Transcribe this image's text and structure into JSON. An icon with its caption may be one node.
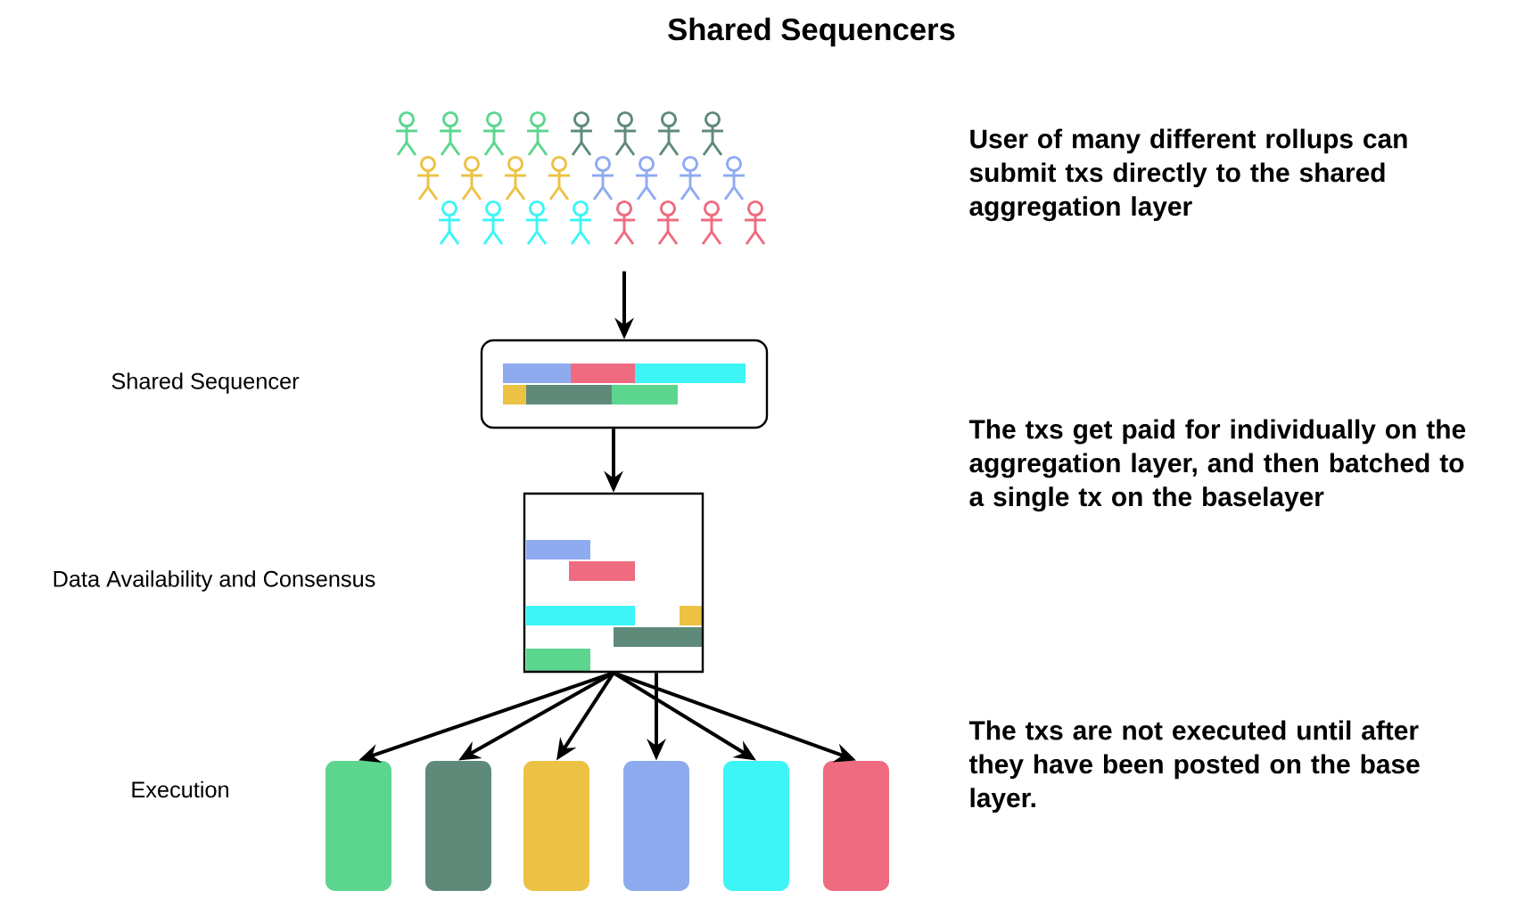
{
  "diagram": {
    "title": "Shared Sequencers",
    "nodes": [
      {
        "text": [],
        "shape": "person"
      },
      {
        "text": [],
        "shape": "box"
      },
      {
        "text": [],
        "shape": "box"
      },
      {
        "text": [],
        "shape": "box"
      },
      {
        "text": [],
        "shape": "box"
      },
      {
        "text": [],
        "shape": "box"
      },
      {
        "text": [],
        "shape": "box"
      },
      {
        "text": [],
        "shape": "box"
      },
      {
        "text": [],
        "shape": "box"
      }
    ],
    "edges": [
      {
        "from": 0,
        "to": 1,
        "arrow": "to"
      },
      {
        "from": 1,
        "to": 2,
        "arrow": "to"
      },
      {
        "from": 2,
        "to": 3,
        "arrow": "to"
      },
      {
        "from": 2,
        "to": 4,
        "arrow": "to"
      },
      {
        "from": 2,
        "to": 5,
        "arrow": "to"
      },
      {
        "from": 2,
        "to": 6,
        "arrow": "to"
      },
      {
        "from": 2,
        "to": 7,
        "arrow": "to"
      },
      {
        "from": 2,
        "to": 8,
        "arrow": "to"
      }
    ],
    "labels": [
      "User of many different rollups can submit txs directly to the shared aggregation layer",
      "Shared Sequencer",
      "The txs get paid for individually on the aggregation layer, and then batched to a single tx on the baselayer",
      "Data Availability and Consensus",
      "The txs are not executed until after they have been posted on the base layer.",
      "Execution"
    ]
  }
}
